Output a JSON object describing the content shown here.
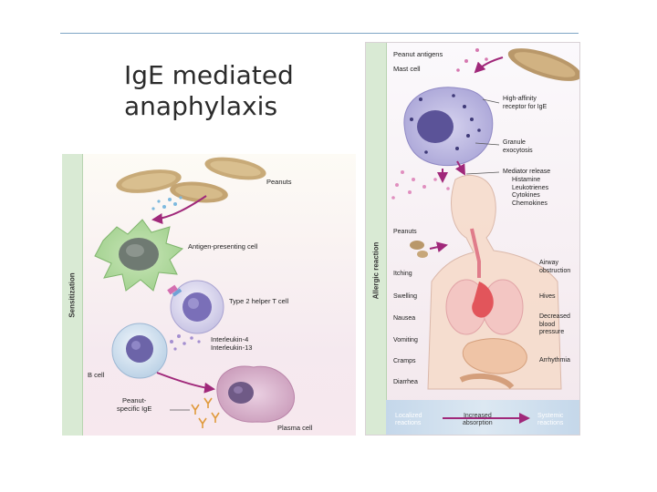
{
  "slide": {
    "title_line1": "IgE mediated",
    "title_line2": "anaphylaxis"
  },
  "sensitization": {
    "side_label": "Sensitization",
    "labels": {
      "peanuts": "Peanuts",
      "apc": "Antigen-presenting cell",
      "th2": "Type 2 helper T cell",
      "il4": "Interleukin-4",
      "il13": "Interleukin-13",
      "bcell": "B cell",
      "ige_line1": "Peanut-",
      "ige_line2": "specific IgE",
      "plasma": "Plasma cell"
    }
  },
  "allergic": {
    "side_label": "Allergic reaction",
    "labels": {
      "peanut_antigens": "Peanut antigens",
      "mast_cell": "Mast cell",
      "receptor_line1": "High-affinity",
      "receptor_line2": "receptor for IgE",
      "granule_line1": "Granule",
      "granule_line2": "exocytosis",
      "mediator_release": "Mediator release",
      "mediators": [
        "Histamine",
        "Leukotrienes",
        "Cytokines",
        "Chemokines"
      ],
      "peanuts": "Peanuts",
      "localized_symptoms": [
        "Itching",
        "Swelling",
        "Nausea",
        "Vomiting",
        "Cramps",
        "Diarrhea"
      ],
      "systemic_symptoms": {
        "airway_line1": "Airway",
        "airway_line2": "obstruction",
        "hives": "Hives",
        "bp_line1": "Decreased",
        "bp_line2": "blood",
        "bp_line3": "pressure",
        "arrhythmia": "Arrhythmia"
      },
      "bottom": {
        "localized_line1": "Localized",
        "localized_line2": "reactions",
        "increased_line1": "Increased",
        "increased_line2": "absorption",
        "systemic_line1": "Systemic",
        "systemic_line2": "reactions"
      }
    }
  },
  "colors": {
    "arrow": "#a0287a",
    "side_band": "#d9ead4",
    "bottom_bar": "#b9cde0"
  }
}
